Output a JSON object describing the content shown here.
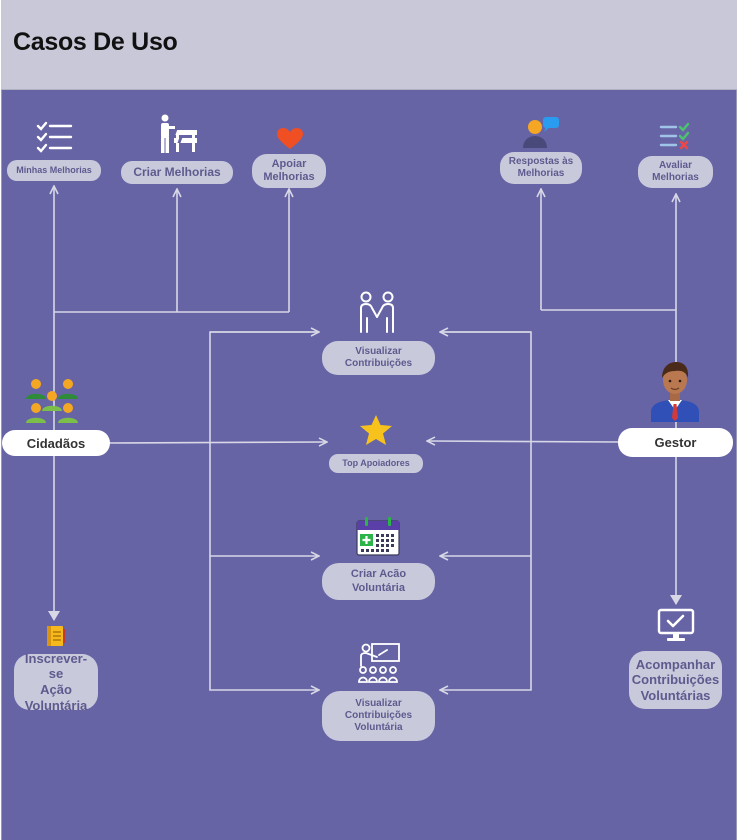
{
  "header": {
    "title": "Casos De Uso"
  },
  "actors": {
    "cidadaos": "Cidadãos",
    "gestor": "Gestor"
  },
  "use_cases": {
    "minhas_melhorias": "Minhas Melhorias",
    "criar_melhorias": "Criar Melhorias",
    "apoiar_melhorias": "Apoiar\nMelhorias",
    "respostas": "Respostas às\nMelhorias",
    "avaliar_melhorias": "Avaliar\nMelhorias",
    "visualizar_contribuicoes": "Visualizar\nContribuições",
    "top_apoiadores": "Top Apoiadores",
    "criar_acao": "Criar Acão\nVoluntária",
    "visualizar_contribuicoes_voluntaria": "Visualizar\nContribuições\nVoluntária",
    "inscrever_se": "Inscrever-se\nAção\nVoluntária",
    "acompanhar": "Acompanhar\nContribuições\nVoluntárias"
  },
  "icons": {
    "minhas_melhorias": "checklist-icon",
    "criar_melhorias": "worker-barrier-icon",
    "apoiar_melhorias": "heart-icon",
    "respostas": "chat-people-icon",
    "avaliar_melhorias": "evaluation-list-icon",
    "visualizar_contribuicoes": "handshake-icon",
    "top_apoiadores": "star-icon",
    "criar_acao": "calendar-icon",
    "visualizar_contribuicoes_voluntaria": "teacher-board-icon",
    "inscrever_se": "notebook-icon",
    "acompanhar": "monitor-check-icon",
    "cidadaos": "people-group-icon",
    "gestor": "manager-avatar-icon"
  },
  "colors": {
    "background": "#6764a6",
    "header": "#c8c8d8",
    "pill": "#c9c9dc",
    "pill_text": "#5e5a8e",
    "line": "#d7d7e6",
    "heart": "#f04e23",
    "star": "#f7c21b"
  }
}
